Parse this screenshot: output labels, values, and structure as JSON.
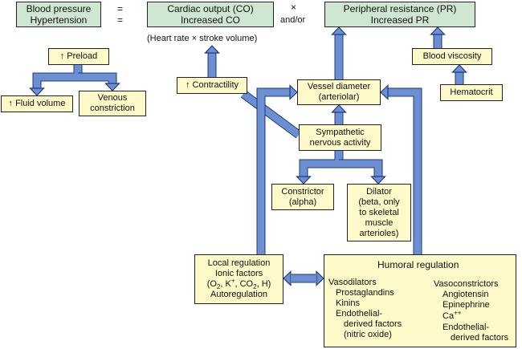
{
  "header": {
    "bp_label1": "Blood pressure",
    "bp_label2": "Hypertension",
    "eq1": "=",
    "eq2": "=",
    "co_line1": "Cardiac output (CO)",
    "co_line2": "Increased CO",
    "times": "×",
    "andor": "and/or",
    "pr_line1": "Peripheral resistance (PR)",
    "pr_line2": "Increased PR",
    "co_formula": "(Heart rate × stroke volume)"
  },
  "boxes": {
    "preload": "↑ Preload",
    "fluid_volume": "↑ Fluid volume",
    "venous_line1": "Venous",
    "venous_line2": "constriction",
    "contractility": "↑ Contractility",
    "vessel_line1": "Vessel diameter",
    "vessel_line2": "(arteriolar)",
    "blood_viscosity": "Blood viscosity",
    "hematocrit": "Hematocrit",
    "sympathetic_line1": "Sympathetic",
    "sympathetic_line2": "nervous activity",
    "constrictor_line1": "Constrictor",
    "constrictor_line2": "(alpha)",
    "dilator_lines": [
      "Dilator",
      "(beta, only",
      "to skeletal",
      "muscle",
      "arterioles)"
    ],
    "local_line1": "Local regulation",
    "local_line2": "Ionic factors",
    "local_ions": [
      "O",
      "2",
      ", K",
      "+",
      ", CO",
      "2",
      ", H)"
    ],
    "local_ions_open": "(",
    "local_line4": "Autoregulation",
    "humoral_title": "Humoral regulation",
    "vasodilators_title": "Vasodilators",
    "vasodilators": [
      "Prostaglandins",
      "Kinins",
      "Endothelial-"
    ],
    "vasodilators_cont": [
      "derived factors",
      "(nitric oxide)"
    ],
    "vasoconstrictors_title": "Vasoconstrictors",
    "vasoconstrictors": [
      "Angiotensin",
      "Epinephrine"
    ],
    "calcium_base": "Ca",
    "calcium_sup": "++",
    "vasoconstrictors_after": [
      "Endothelial-"
    ],
    "vasoconstrictors_cont": [
      "derived factors"
    ]
  },
  "colors": {
    "arrow_fill": "#6b8fd1",
    "arrow_stroke": "#1f3a7a",
    "green_box": "#cfe6d2",
    "yellow_box": "#fdf9c9"
  }
}
